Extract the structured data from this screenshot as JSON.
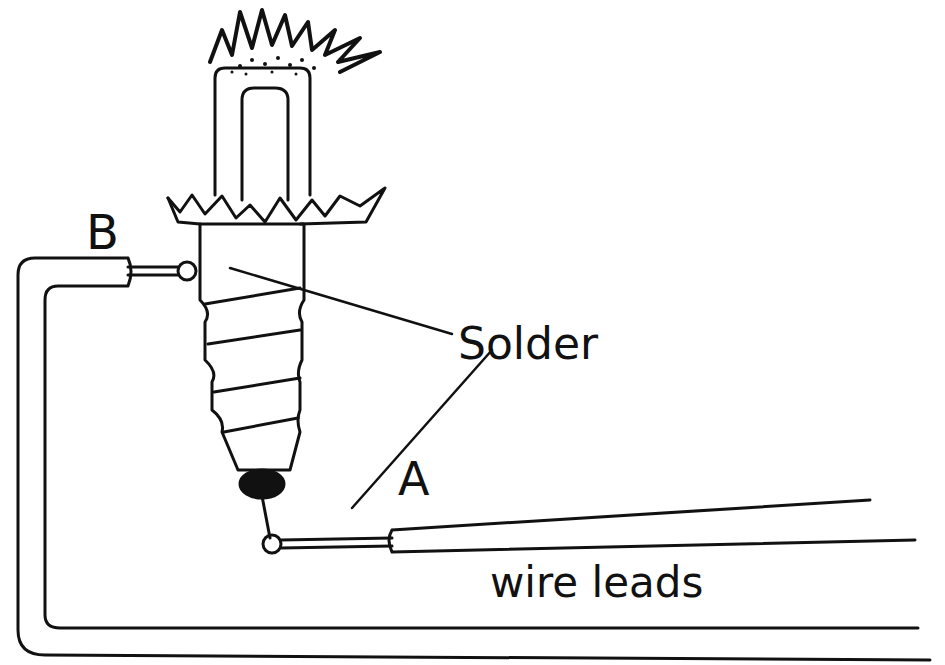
{
  "diagram": {
    "labels": [
      "B",
      "Solder",
      "A",
      "wire leads"
    ]
  }
}
